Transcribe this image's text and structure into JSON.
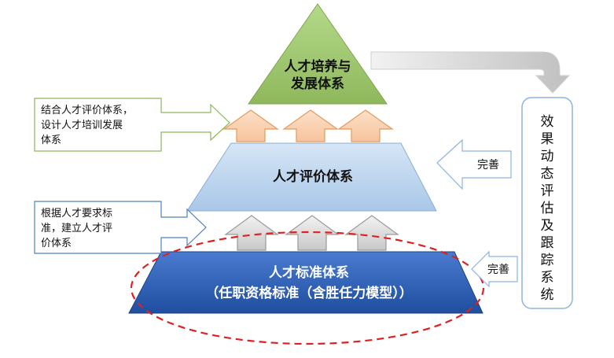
{
  "tiers": {
    "top": {
      "line1": "人才培养与",
      "line2": "发展体系",
      "color": "#9bbb59"
    },
    "middle": {
      "label": "人才评价体系",
      "color": "#bdd7ee"
    },
    "bottom": {
      "line1": "人才标准体系",
      "line2": "（任职资格标准（含胜任力模型））",
      "color": "#2e5daa"
    }
  },
  "notes": {
    "upper": {
      "line1": "结合人才评价体系，",
      "line2": "设计人才培训发展",
      "line3": "体系",
      "border": "#8db65a"
    },
    "lower": {
      "line1": "根据人才要求标",
      "line2": "准，建立人才评",
      "line3": "价体系",
      "border": "#4f81bd"
    }
  },
  "feedback": {
    "upper_label": "完善",
    "lower_label": "完善",
    "panel": [
      "效",
      "果",
      "动",
      "态",
      "评",
      "估",
      "及",
      "跟",
      "踪",
      "系",
      "统"
    ]
  },
  "colors": {
    "up_arrow_orange": "#f4b183",
    "up_arrow_gray": "#bfbfbf",
    "dashed_ellipse": "#e02020",
    "panel_border": "#8eb4e3"
  }
}
